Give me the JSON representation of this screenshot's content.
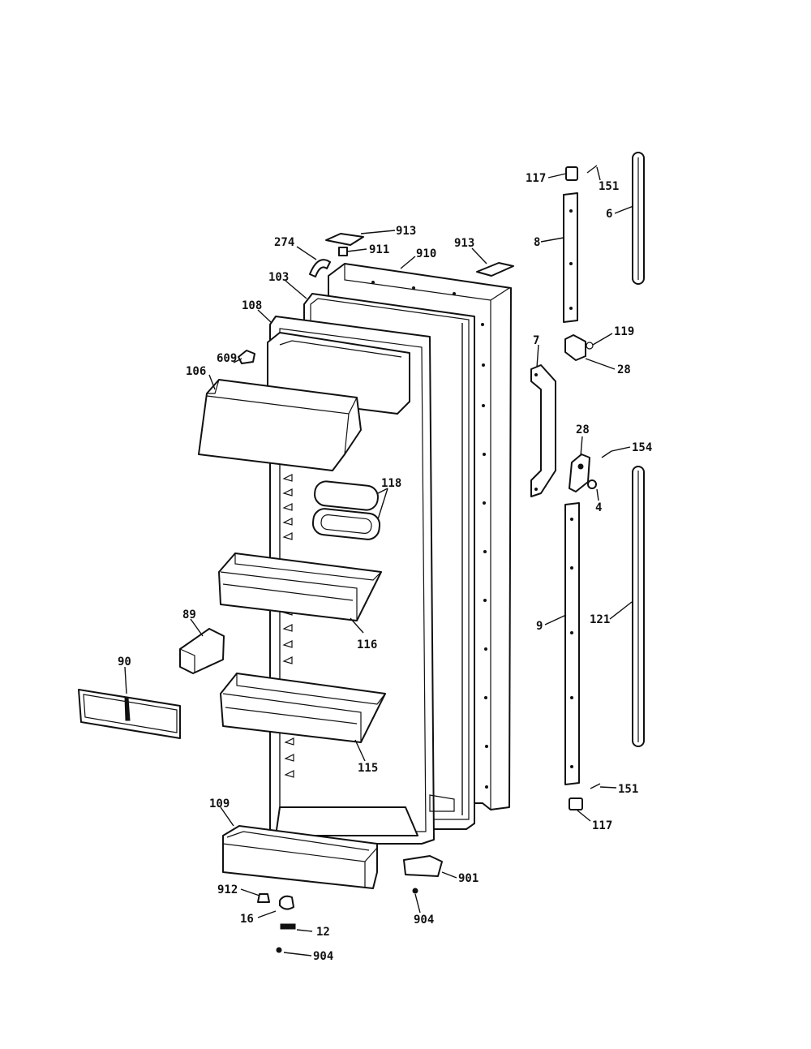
{
  "callouts": [
    {
      "id": "c913a",
      "text": "913"
    },
    {
      "id": "c911",
      "text": "911"
    },
    {
      "id": "c274",
      "text": "274"
    },
    {
      "id": "c910",
      "text": "910"
    },
    {
      "id": "c913b",
      "text": "913"
    },
    {
      "id": "c103",
      "text": "103"
    },
    {
      "id": "c108",
      "text": "108"
    },
    {
      "id": "c609",
      "text": "609"
    },
    {
      "id": "c106",
      "text": "106"
    },
    {
      "id": "c118",
      "text": "118"
    },
    {
      "id": "c116",
      "text": "116"
    },
    {
      "id": "c89",
      "text": "89"
    },
    {
      "id": "c90",
      "text": "90"
    },
    {
      "id": "c115",
      "text": "115"
    },
    {
      "id": "c109",
      "text": "109"
    },
    {
      "id": "c912",
      "text": "912"
    },
    {
      "id": "c16",
      "text": "16"
    },
    {
      "id": "c12",
      "text": "12"
    },
    {
      "id": "c904a",
      "text": "904"
    },
    {
      "id": "c904b",
      "text": "904"
    },
    {
      "id": "c901",
      "text": "901"
    },
    {
      "id": "c117a",
      "text": "117"
    },
    {
      "id": "c151a",
      "text": "151"
    },
    {
      "id": "c6",
      "text": "6"
    },
    {
      "id": "c8",
      "text": "8"
    },
    {
      "id": "c119",
      "text": "119"
    },
    {
      "id": "c28a",
      "text": "28"
    },
    {
      "id": "c7",
      "text": "7"
    },
    {
      "id": "c28b",
      "text": "28"
    },
    {
      "id": "c154",
      "text": "154"
    },
    {
      "id": "c4",
      "text": "4"
    },
    {
      "id": "c9",
      "text": "9"
    },
    {
      "id": "c121",
      "text": "121"
    },
    {
      "id": "c151b",
      "text": "151"
    },
    {
      "id": "c117b",
      "text": "117"
    }
  ]
}
